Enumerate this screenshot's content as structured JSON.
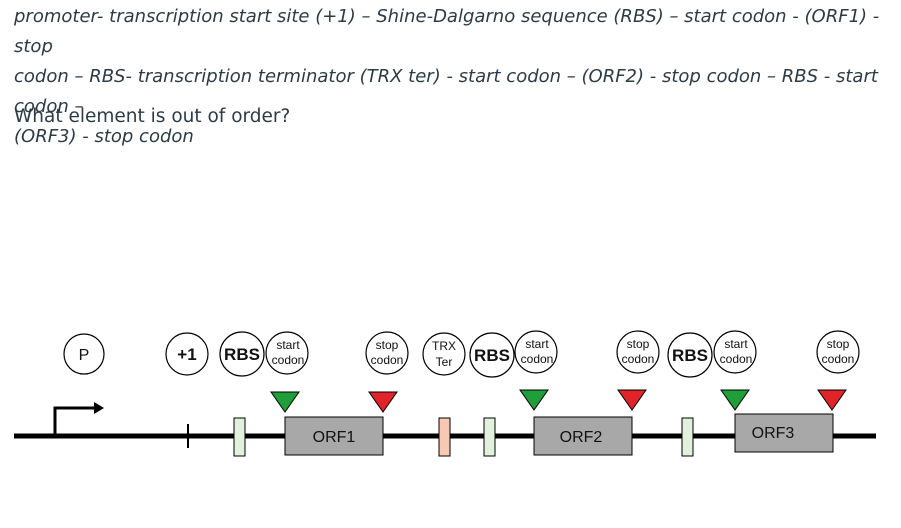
{
  "question": {
    "line1": "promoter- transcription start site (+1) – Shine-Dalgarno sequence (RBS) – start codon - (ORF1) - stop",
    "line2": "codon – RBS- transcription terminator (TRX ter) - start codon – (ORF2) - stop codon – RBS - start codon –",
    "line3": "(ORF3) - stop codon",
    "prompt": "What element is out of order?"
  },
  "diagram": {
    "promoter": "P",
    "tss": "+1",
    "rbs": "RBS",
    "start_codon": [
      "start",
      "codon"
    ],
    "stop_codon": [
      "stop",
      "codon"
    ],
    "trx_ter": [
      "TRX",
      "Ter"
    ],
    "orfs": [
      "ORF1",
      "ORF2",
      "ORF3"
    ]
  },
  "colors": {
    "start_triangle": "#1f9e3a",
    "stop_triangle": "#e0242a",
    "rbs_box": "#e2f1dc",
    "terminator_box": "#f7c9b3",
    "orf_box": "#a8a8a8",
    "dna_line": "#000000"
  }
}
